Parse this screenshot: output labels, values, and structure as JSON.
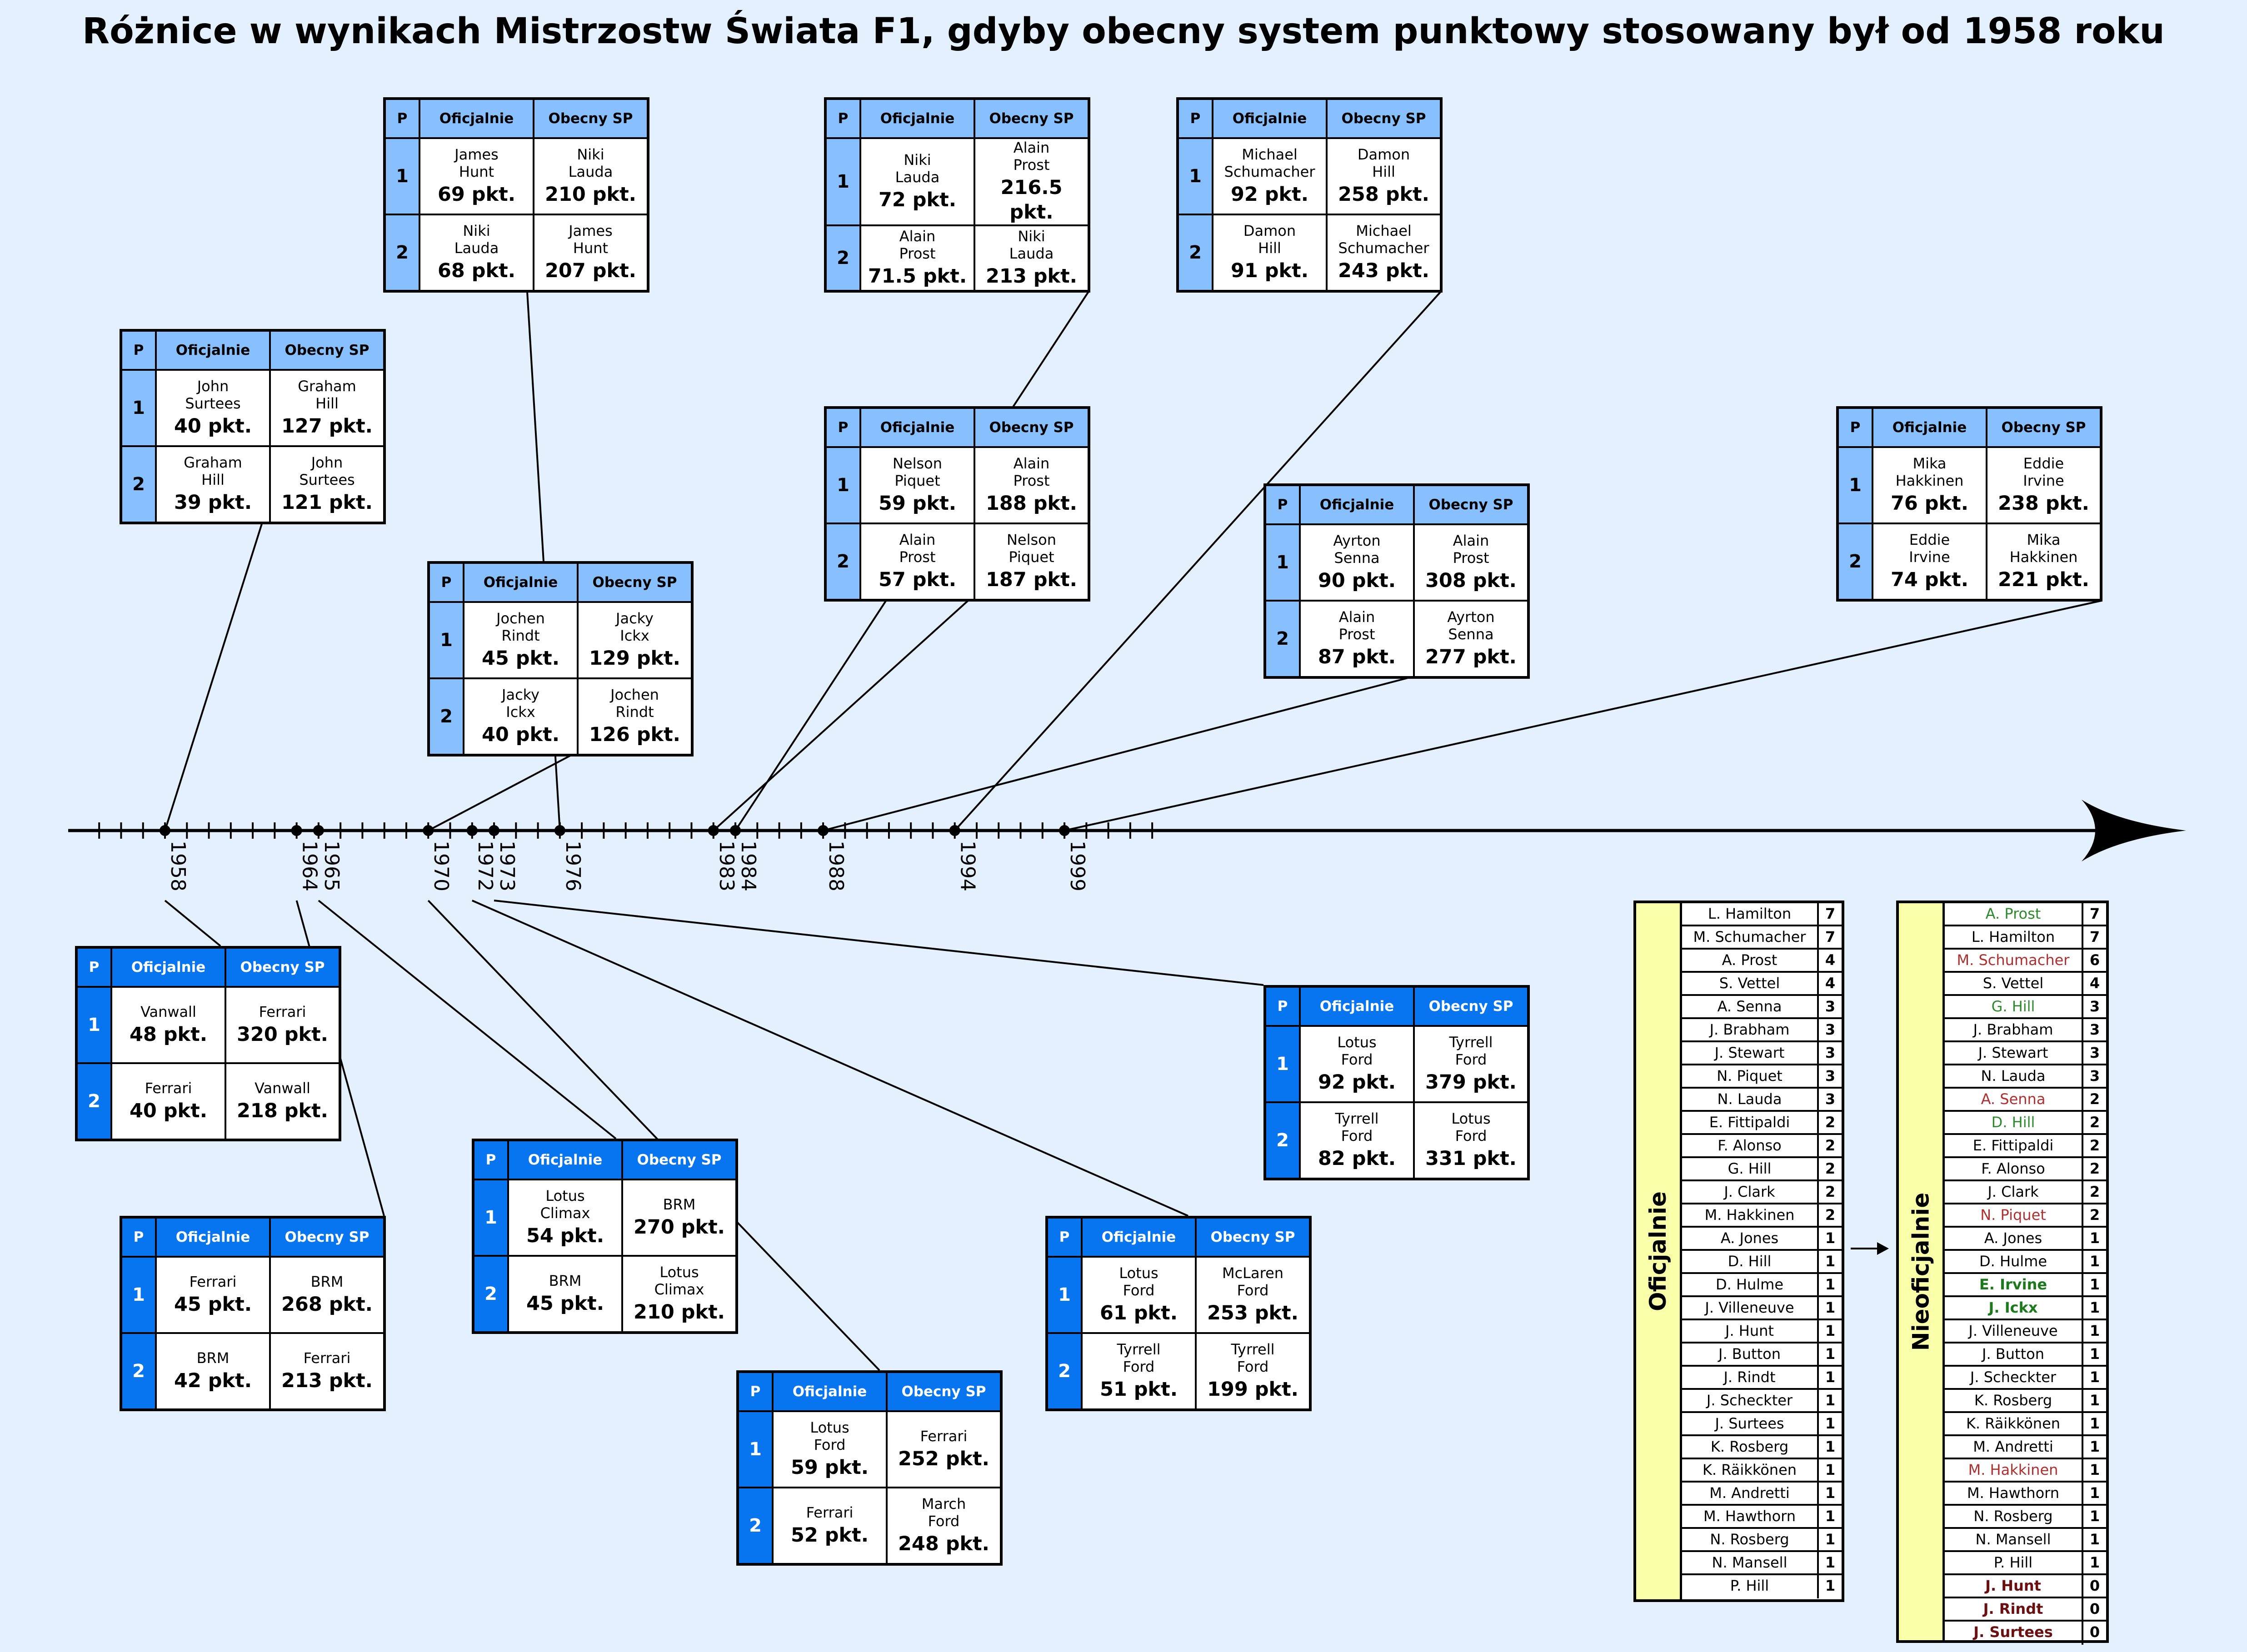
{
  "title": "Różnice w wynikach Mistrzostw Świata F1, gdyby obecny system punktowy stosowany był od 1958 roku",
  "timeline": {
    "years": [
      "1958",
      "1964",
      "1965",
      "1970",
      "1972",
      "1973",
      "1976",
      "1983",
      "1984",
      "1988",
      "1994",
      "1999"
    ]
  },
  "table_headers": {
    "pos": "P",
    "official": "Oficjalnie",
    "current": "Obecny SP"
  },
  "drivers_boxes": [
    {
      "year": "1958",
      "p1": {
        "official_name": "John\nSurtees",
        "official_pts": "40 pkt.",
        "current_name": "Graham\nHill",
        "current_pts": "127 pkt."
      },
      "p2": {
        "official_name": "Graham\nHill",
        "official_pts": "39 pkt.",
        "current_name": "John\nSurtees",
        "current_pts": "121 pkt."
      }
    },
    {
      "year": "1970",
      "p1": {
        "official_name": "Jochen\nRindt",
        "official_pts": "45 pkt.",
        "current_name": "Jacky\nIckx",
        "current_pts": "129 pkt."
      },
      "p2": {
        "official_name": "Jacky\nIckx",
        "official_pts": "40 pkt.",
        "current_name": "Jochen\nRindt",
        "current_pts": "126 pkt."
      }
    },
    {
      "year": "1976",
      "p1": {
        "official_name": "James\nHunt",
        "official_pts": "69 pkt.",
        "current_name": "Niki\nLauda",
        "current_pts": "210 pkt."
      },
      "p2": {
        "official_name": "Niki\nLauda",
        "official_pts": "68 pkt.",
        "current_name": "James\nHunt",
        "current_pts": "207 pkt."
      }
    },
    {
      "year": "1983",
      "p1": {
        "official_name": "Nelson\nPiquet",
        "official_pts": "59 pkt.",
        "current_name": "Alain\nProst",
        "current_pts": "188 pkt."
      },
      "p2": {
        "official_name": "Alain\nProst",
        "official_pts": "57 pkt.",
        "current_name": "Nelson\nPiquet",
        "current_pts": "187 pkt."
      }
    },
    {
      "year": "1984",
      "p1": {
        "official_name": "Niki\nLauda",
        "official_pts": "72 pkt.",
        "current_name": "Alain\nProst",
        "current_pts": "216.5 pkt."
      },
      "p2": {
        "official_name": "Alain\nProst",
        "official_pts": "71.5 pkt.",
        "current_name": "Niki\nLauda",
        "current_pts": "213 pkt."
      }
    },
    {
      "year": "1988",
      "p1": {
        "official_name": "Ayrton\nSenna",
        "official_pts": "90 pkt.",
        "current_name": "Alain\nProst",
        "current_pts": "308 pkt."
      },
      "p2": {
        "official_name": "Alain\nProst",
        "official_pts": "87 pkt.",
        "current_name": "Ayrton\nSenna",
        "current_pts": "277 pkt."
      }
    },
    {
      "year": "1994",
      "p1": {
        "official_name": "Michael\nSchumacher",
        "official_pts": "92 pkt.",
        "current_name": "Damon\nHill",
        "current_pts": "258 pkt."
      },
      "p2": {
        "official_name": "Damon\nHill",
        "official_pts": "91 pkt.",
        "current_name": "Michael\nSchumacher",
        "current_pts": "243 pkt."
      }
    },
    {
      "year": "1999",
      "p1": {
        "official_name": "Mika\nHakkinen",
        "official_pts": "76 pkt.",
        "current_name": "Eddie\nIrvine",
        "current_pts": "238 pkt."
      },
      "p2": {
        "official_name": "Eddie\nIrvine",
        "official_pts": "74 pkt.",
        "current_name": "Mika\nHakkinen",
        "current_pts": "221 pkt."
      }
    }
  ],
  "constructors_boxes": [
    {
      "year": "1958",
      "p1": {
        "official_name": "Vanwall",
        "official_pts": "48 pkt.",
        "current_name": "Ferrari",
        "current_pts": "320 pkt."
      },
      "p2": {
        "official_name": "Ferrari",
        "official_pts": "40 pkt.",
        "current_name": "Vanwall",
        "current_pts": "218 pkt."
      }
    },
    {
      "year": "1964",
      "p1": {
        "official_name": "Ferrari",
        "official_pts": "45 pkt.",
        "current_name": "BRM",
        "current_pts": "268 pkt."
      },
      "p2": {
        "official_name": "BRM",
        "official_pts": "42 pkt.",
        "current_name": "Ferrari",
        "current_pts": "213 pkt."
      }
    },
    {
      "year": "1965",
      "p1": {
        "official_name": "Lotus\nClimax",
        "official_pts": "54 pkt.",
        "current_name": "BRM",
        "current_pts": "270 pkt."
      },
      "p2": {
        "official_name": "BRM",
        "official_pts": "45 pkt.",
        "current_name": "Lotus\nClimax",
        "current_pts": "210 pkt."
      }
    },
    {
      "year": "1970",
      "p1": {
        "official_name": "Lotus\nFord",
        "official_pts": "59 pkt.",
        "current_name": "Ferrari",
        "current_pts": "252 pkt."
      },
      "p2": {
        "official_name": "Ferrari",
        "official_pts": "52 pkt.",
        "current_name": "March\nFord",
        "current_pts": "248 pkt."
      }
    },
    {
      "year": "1972",
      "p1": {
        "official_name": "Lotus\nFord",
        "official_pts": "61 pkt.",
        "current_name": "McLaren\nFord",
        "current_pts": "253 pkt."
      },
      "p2": {
        "official_name": "Tyrrell\nFord",
        "official_pts": "51 pkt.",
        "current_name": "Tyrrell\nFord",
        "current_pts": "199 pkt."
      }
    },
    {
      "year": "1973",
      "p1": {
        "official_name": "Lotus\nFord",
        "official_pts": "92 pkt.",
        "current_name": "Tyrrell\nFord",
        "current_pts": "379 pkt."
      },
      "p2": {
        "official_name": "Tyrrell\nFord",
        "official_pts": "82 pkt.",
        "current_name": "Lotus\nFord",
        "current_pts": "331 pkt."
      }
    }
  ],
  "standings": {
    "arrow_symbol": "→",
    "official": {
      "title": "Oficjalnie",
      "rows": [
        {
          "name": "L. Hamilton",
          "count": "7"
        },
        {
          "name": "M. Schumacher",
          "count": "7"
        },
        {
          "name": "A. Prost",
          "count": "4"
        },
        {
          "name": "S. Vettel",
          "count": "4"
        },
        {
          "name": "A. Senna",
          "count": "3"
        },
        {
          "name": "J. Brabham",
          "count": "3"
        },
        {
          "name": "J. Stewart",
          "count": "3"
        },
        {
          "name": "N. Piquet",
          "count": "3"
        },
        {
          "name": "N. Lauda",
          "count": "3"
        },
        {
          "name": "E. Fittipaldi",
          "count": "2"
        },
        {
          "name": "F. Alonso",
          "count": "2"
        },
        {
          "name": "G. Hill",
          "count": "2"
        },
        {
          "name": "J. Clark",
          "count": "2"
        },
        {
          "name": "M. Hakkinen",
          "count": "2"
        },
        {
          "name": "A. Jones",
          "count": "1"
        },
        {
          "name": "D. Hill",
          "count": "1"
        },
        {
          "name": "D. Hulme",
          "count": "1"
        },
        {
          "name": "J. Villeneuve",
          "count": "1"
        },
        {
          "name": "J. Hunt",
          "count": "1"
        },
        {
          "name": "J. Button",
          "count": "1"
        },
        {
          "name": "J. Rindt",
          "count": "1"
        },
        {
          "name": "J. Scheckter",
          "count": "1"
        },
        {
          "name": "J. Surtees",
          "count": "1"
        },
        {
          "name": "K. Rosberg",
          "count": "1"
        },
        {
          "name": "K. Räikkönen",
          "count": "1"
        },
        {
          "name": "M. Andretti",
          "count": "1"
        },
        {
          "name": "M. Hawthorn",
          "count": "1"
        },
        {
          "name": "N. Rosberg",
          "count": "1"
        },
        {
          "name": "N. Mansell",
          "count": "1"
        },
        {
          "name": "P. Hill",
          "count": "1"
        }
      ]
    },
    "unofficial": {
      "title": "Nieoficjalnie",
      "rows": [
        {
          "name": "A. Prost",
          "count": "7",
          "status": "up"
        },
        {
          "name": "L. Hamilton",
          "count": "7",
          "status": "same"
        },
        {
          "name": "M. Schumacher",
          "count": "6",
          "status": "down"
        },
        {
          "name": "S. Vettel",
          "count": "4",
          "status": "same"
        },
        {
          "name": "G. Hill",
          "count": "3",
          "status": "up"
        },
        {
          "name": "J. Brabham",
          "count": "3",
          "status": "same"
        },
        {
          "name": "J. Stewart",
          "count": "3",
          "status": "same"
        },
        {
          "name": "N. Lauda",
          "count": "3",
          "status": "same"
        },
        {
          "name": "A. Senna",
          "count": "2",
          "status": "down"
        },
        {
          "name": "D. Hill",
          "count": "2",
          "status": "up"
        },
        {
          "name": "E. Fittipaldi",
          "count": "2",
          "status": "same"
        },
        {
          "name": "F. Alonso",
          "count": "2",
          "status": "same"
        },
        {
          "name": "J. Clark",
          "count": "2",
          "status": "same"
        },
        {
          "name": "N. Piquet",
          "count": "2",
          "status": "down"
        },
        {
          "name": "A. Jones",
          "count": "1",
          "status": "same"
        },
        {
          "name": "D. Hulme",
          "count": "1",
          "status": "same"
        },
        {
          "name": "E. Irvine",
          "count": "1",
          "status": "new"
        },
        {
          "name": "J. Ickx",
          "count": "1",
          "status": "new"
        },
        {
          "name": "J. Villeneuve",
          "count": "1",
          "status": "same"
        },
        {
          "name": "J. Button",
          "count": "1",
          "status": "same"
        },
        {
          "name": "J. Scheckter",
          "count": "1",
          "status": "same"
        },
        {
          "name": "K. Rosberg",
          "count": "1",
          "status": "same"
        },
        {
          "name": "K. Räikkönen",
          "count": "1",
          "status": "same"
        },
        {
          "name": "M. Andretti",
          "count": "1",
          "status": "same"
        },
        {
          "name": "M. Hakkinen",
          "count": "1",
          "status": "down"
        },
        {
          "name": "M. Hawthorn",
          "count": "1",
          "status": "same"
        },
        {
          "name": "N. Rosberg",
          "count": "1",
          "status": "same"
        },
        {
          "name": "N. Mansell",
          "count": "1",
          "status": "same"
        },
        {
          "name": "P. Hill",
          "count": "1",
          "status": "same"
        },
        {
          "name": "J. Hunt",
          "count": "0",
          "status": "lost"
        },
        {
          "name": "J. Rindt",
          "count": "0",
          "status": "lost"
        },
        {
          "name": "J. Surtees",
          "count": "0",
          "status": "lost"
        }
      ]
    }
  },
  "colors": {
    "background": "#e4f0fe",
    "drivers_header": "#88c0ff",
    "constructors_header": "#0875f0",
    "standings_title_bg": "#f8ffa8",
    "status_up": "#2c8a2c",
    "status_down": "#b03030",
    "status_new": "#1c7a1c",
    "status_lost": "#6a1010"
  }
}
